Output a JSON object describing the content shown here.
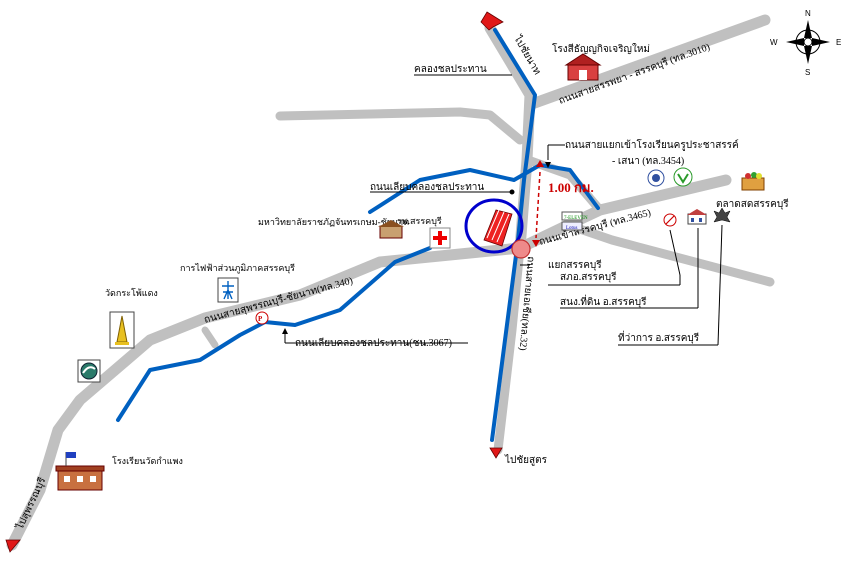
{
  "compass": {
    "n": "N",
    "s": "S",
    "e": "E",
    "w": "W"
  },
  "roads": {
    "sanphraya_sankhaburi": "ถนนสายสรรพยา - สรรคบุรี (ทล.3010)",
    "to_rongrian_khru": "ถนนสายแยกเข้าโรงเรียนครูประชาสรรค์",
    "to_rongrian_khru_2": "- เสนา (ทล.3454)",
    "khao_sankhaburi": "ถนนเข้าสรรคบุรี (ทล.3465)",
    "suphan_chainat": "ถนนสายสุพรรณบุรี-ชัยนาท(ทล.340)",
    "liap_khlong_north": "ถนนเลียบคลองชลประทาน",
    "liap_khlong_3067": "ถนนเลียบคลองชลประทาน(ชน.3067)",
    "main_south": "ถนนสายเอเชีย(ทล.32)"
  },
  "labels": {
    "to_chainat": "ไปชัยนาท",
    "to_chaisutr": "ไปชัยสูตร",
    "to_suphanburi": "ไปสุพรรณบุรี",
    "khlong": "คลองชลประทาน",
    "rice_mill": "โรงสีธัญญกิจเจริญใหม่",
    "university": "มหาวิทยาลัยราชภัฏจันทรเกษม-ชัยนาท",
    "hospital": "รพ.สรรคบุรี",
    "electricity": "การไฟฟ้าส่วนภูมิภาคสรรคบุรี",
    "temple": "วัดกระโพ้แดง",
    "school": "โรงเรียนวัดกำแพง",
    "junction": "แยกสรรคบุรี",
    "district_office": "ที่ว่าการ อ.สรรคบุรี",
    "land_office": "สนง.ที่ดิน อ.สรรคบุรี",
    "police": "สภอ.สรรคบุรี",
    "market": "ตลาดสดสรรคบุรี",
    "seven_eleven": "7-ELEVEN",
    "lotus": "Lotus"
  },
  "distance": "1.00 กม.",
  "colors": {
    "road": "#c0c0c0",
    "canal": "#0060c0",
    "arrow": "#e01818",
    "distance": "#cc0000",
    "circle": "#0000cc"
  },
  "icons": [
    "compass-icon",
    "hospital-cross-icon",
    "electricity-icon",
    "temple-icon",
    "gas-station-icon",
    "school-icon",
    "government-emblem-icon",
    "bank-icon",
    "police-icon",
    "land-office-icon",
    "market-icon",
    "convenience-store-icon",
    "rice-mill-icon",
    "university-icon",
    "destination-marker-icon",
    "junction-marker-icon"
  ]
}
